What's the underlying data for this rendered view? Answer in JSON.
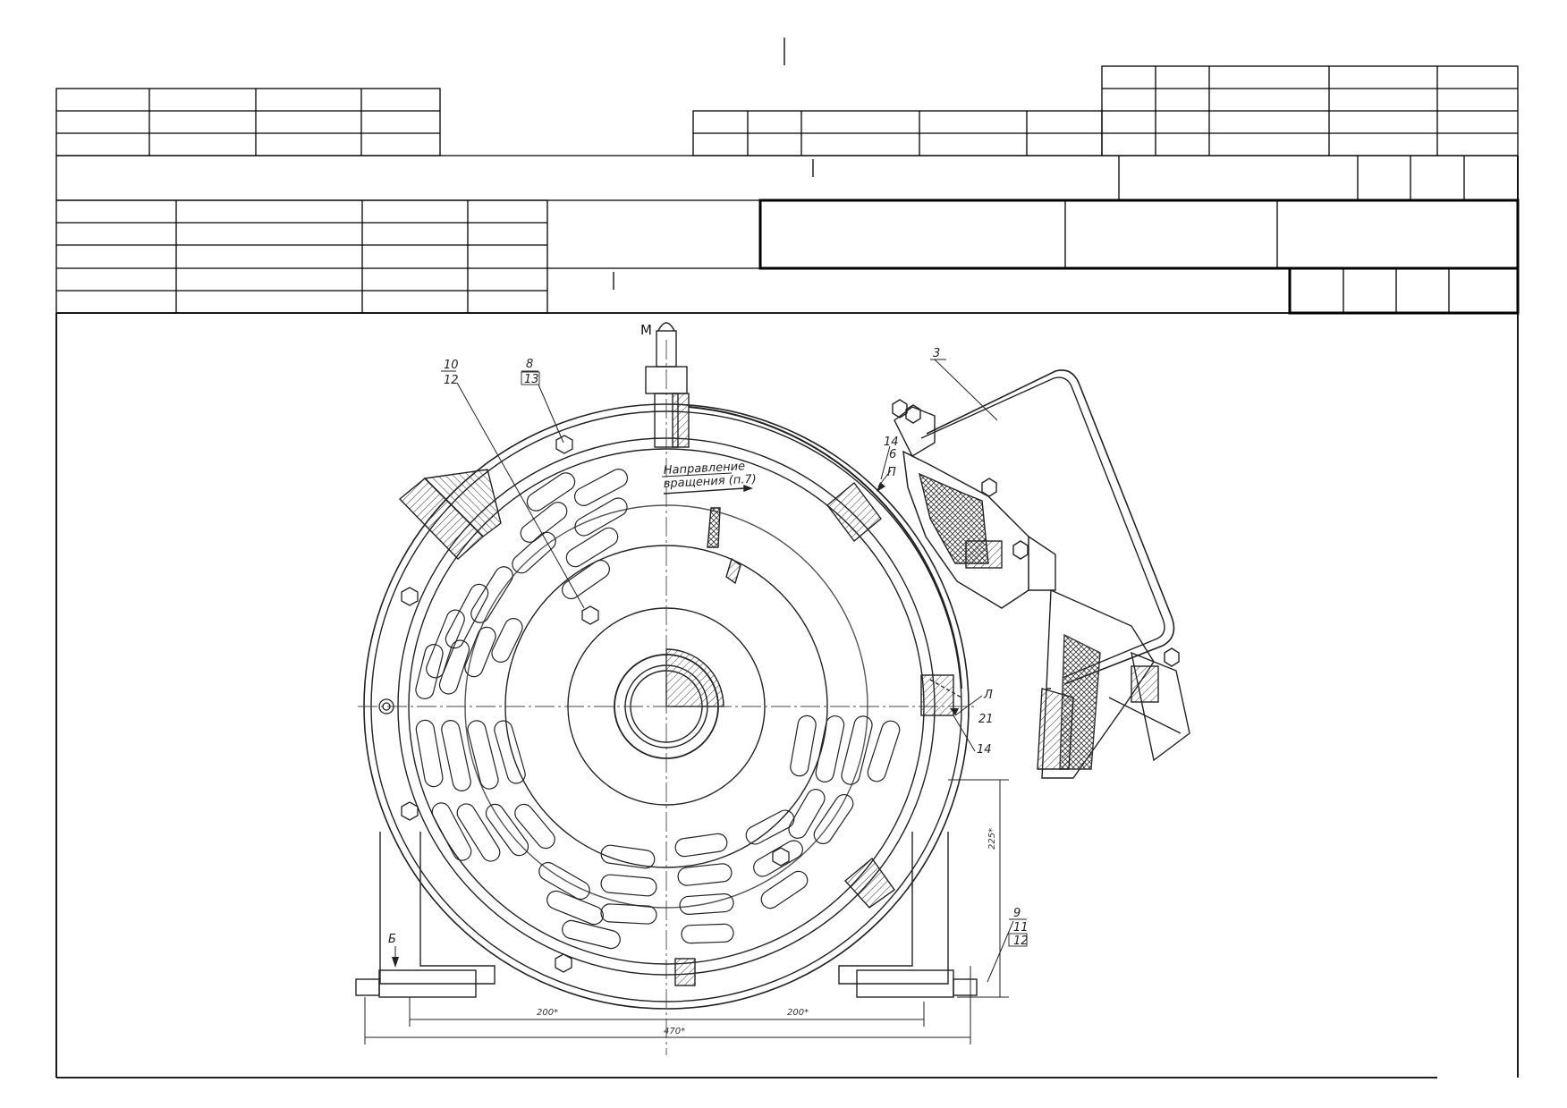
{
  "drawing": {
    "marks": {
      "m": "М",
      "b": "Б",
      "l": "Л",
      "p": "П"
    },
    "callouts": {
      "c10_12": {
        "top": "10",
        "bottom": "12"
      },
      "c8_13": {
        "top": "8",
        "bottom": "13"
      },
      "c3": "3",
      "c14_top": "14",
      "c6": "6",
      "c21": "21",
      "c14_bottom": "14",
      "c9_11_12": {
        "a": "9",
        "b": "11",
        "c": "12"
      }
    },
    "rotation_note": {
      "line1": "Направление",
      "line2": "вращения (п.7)"
    },
    "dimensions": {
      "left": "200*",
      "right": "200*",
      "overall": "470*",
      "height": "225*"
    }
  }
}
